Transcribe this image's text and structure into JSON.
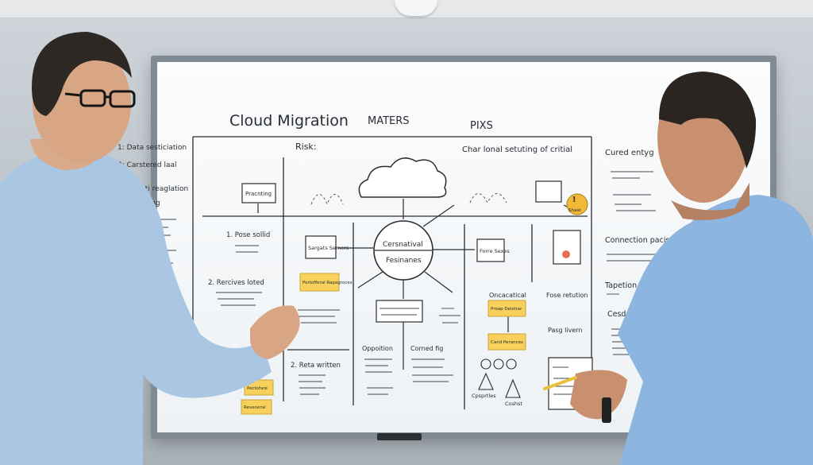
{
  "scene": {
    "title": "Cloud Migration",
    "title_extra_1": "MATERS",
    "title_extra_2": "PIXS",
    "risk_label": "Risk:",
    "top_right_heading": "Char lonal setuting of critial",
    "center_cloud_label": "Cersnatival",
    "center_cloud_label_2": "Fesinanes",
    "box_left": "Pracnting",
    "box_mid_left": "Sargats Semers",
    "box_mid_right": "Forre Sexes",
    "left_list": [
      "1: Data sesticiation",
      "2: Carstered laal",
      "3) Capisti reaglation",
      "Scenging"
    ],
    "right_heading_1": "Cured entyg",
    "right_heading_2": "Connection pacistelar.",
    "right_heading_3": "Tapetion writed",
    "right_heading_4": "Cesdec fessing",
    "step_1": "1. Pose sollid",
    "step_2": "2. Rercives loted",
    "step_3": "2. Reta written",
    "note_1": "Portofferal Rapagroces",
    "note_2": "Proap Deistrar",
    "note_3": "Cand Perances",
    "note_4": "Pectofare",
    "note_5": "Reveneral",
    "alert_label": "Shaat",
    "mid_caption_1": "Oncacatical",
    "mid_caption_2": "Fose retution",
    "mid_caption_3": "Pasg livern",
    "bottom_caption_1": "Oppoition",
    "bottom_caption_2": "Corned fig",
    "bottom_caption_3": "Cpsprtles",
    "bottom_caption_4": "Coshst"
  },
  "colors": {
    "board_frame": "#7f8a93",
    "board_surface": "#f6f8fa",
    "marker_ink": "#2a2d31",
    "sticky_note": "#f7d15b",
    "shirt_left": "#a9c6e3",
    "shirt_right": "#8cb5df",
    "alert": "#f2b936"
  }
}
